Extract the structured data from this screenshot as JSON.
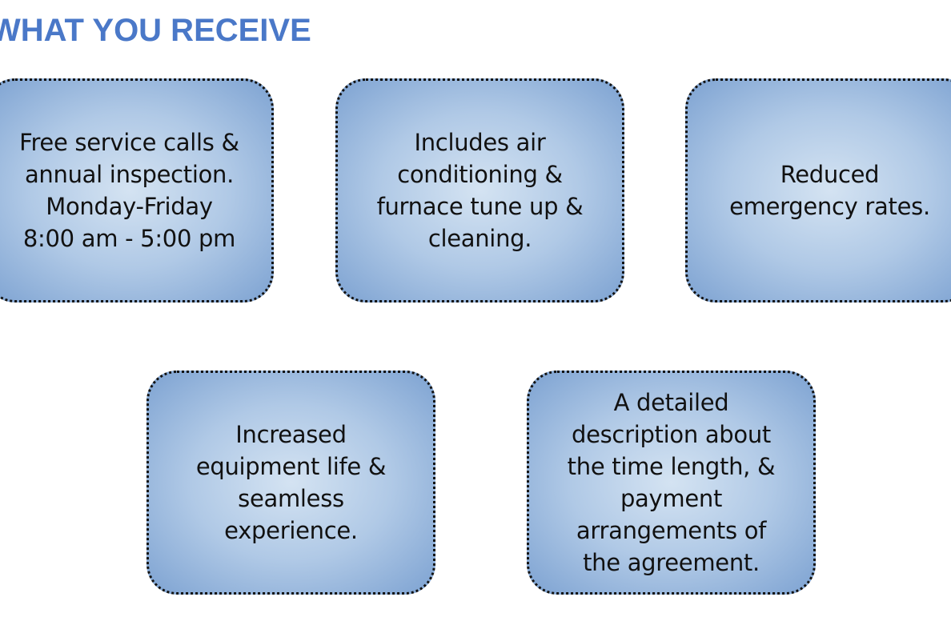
{
  "title": "WHAT YOU RECEIVE",
  "accent_color": "#4a78c8",
  "cards": [
    {
      "text": "Free service calls &\nannual inspection.\nMonday-Friday\n8:00 am - 5:00 pm"
    },
    {
      "text": "Includes air\nconditioning &\nfurnace tune up &\ncleaning."
    },
    {
      "text": "Reduced\nemergency rates."
    },
    {
      "text": "Increased\nequipment life &\nseamless\nexperience."
    },
    {
      "text": "A detailed\ndescription about\nthe time length, &\npayment\narrangements of\nthe agreement."
    }
  ]
}
